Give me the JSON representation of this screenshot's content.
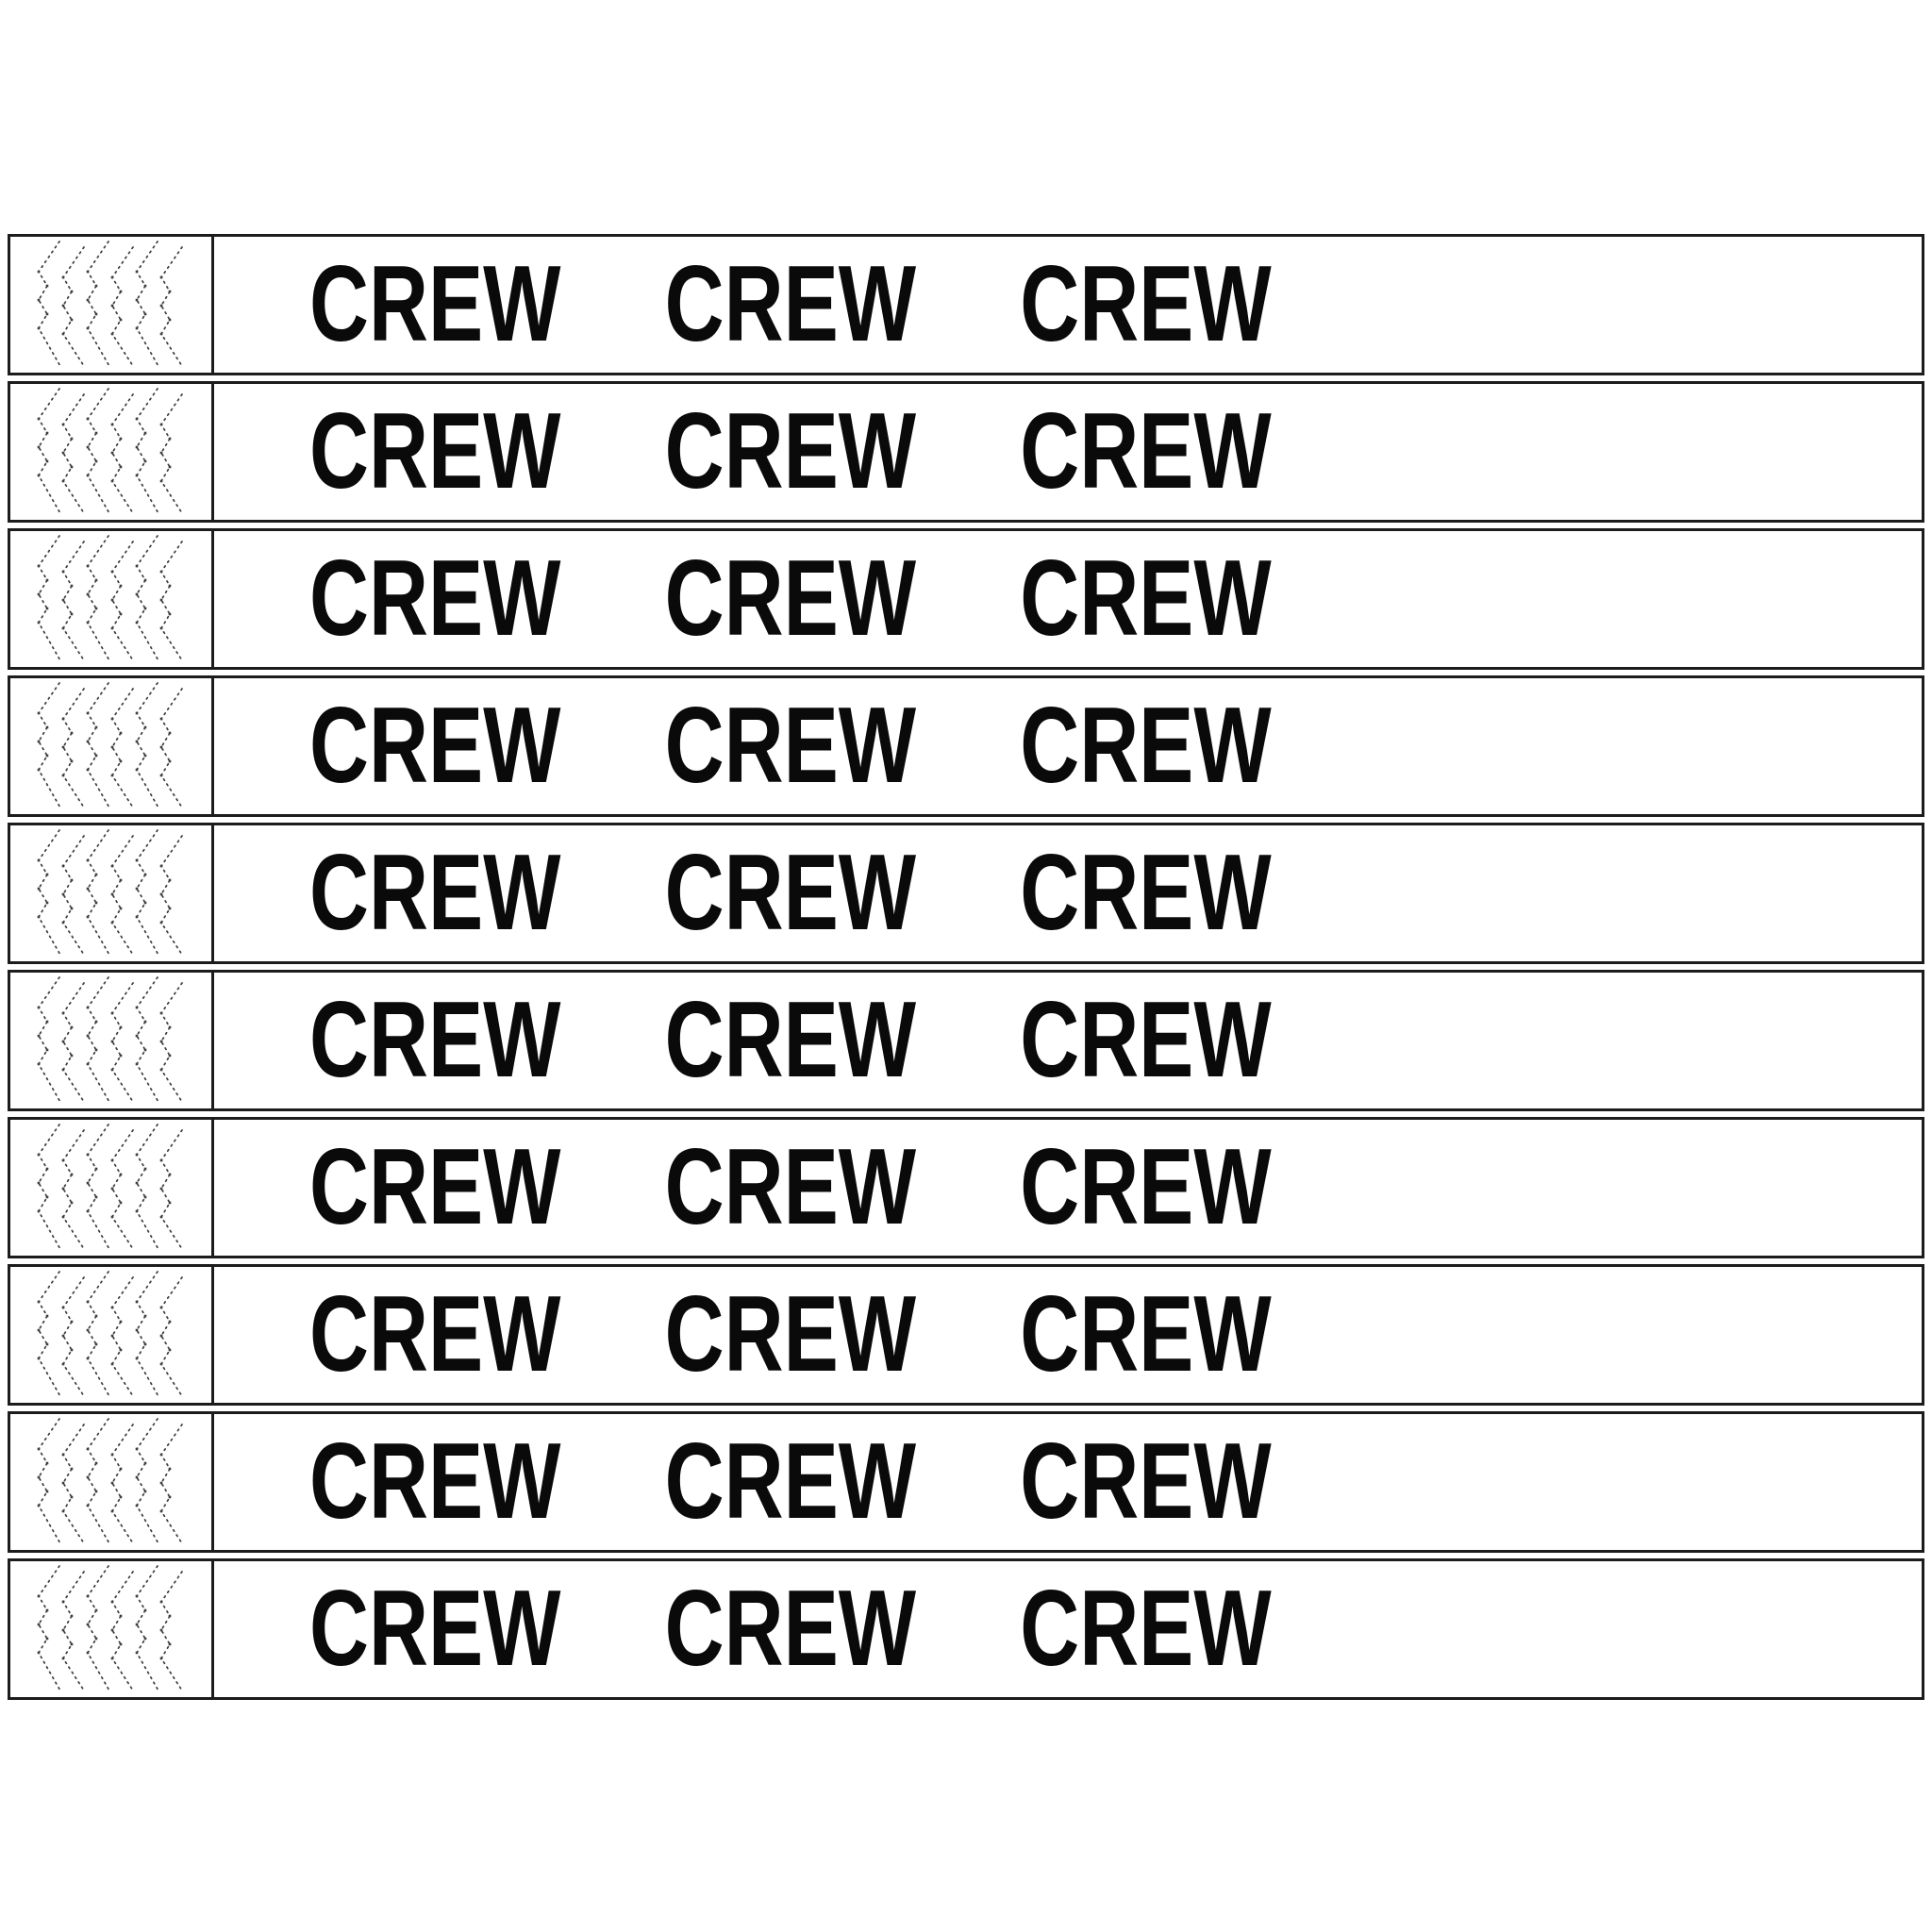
{
  "sheet": {
    "colors": {
      "border": "#1c1c1c",
      "text": "#0a0a0a",
      "pattern": "#3d3d3d",
      "band_bg": "#ffffff",
      "page_bg": "#ffffff"
    }
  },
  "bands": [
    {
      "words": [
        "CREW",
        "CREW",
        "CREW"
      ]
    },
    {
      "words": [
        "CREW",
        "CREW",
        "CREW"
      ]
    },
    {
      "words": [
        "CREW",
        "CREW",
        "CREW"
      ]
    },
    {
      "words": [
        "CREW",
        "CREW",
        "CREW"
      ]
    },
    {
      "words": [
        "CREW",
        "CREW",
        "CREW"
      ]
    },
    {
      "words": [
        "CREW",
        "CREW",
        "CREW"
      ]
    },
    {
      "words": [
        "CREW",
        "CREW",
        "CREW"
      ]
    },
    {
      "words": [
        "CREW",
        "CREW",
        "CREW"
      ]
    },
    {
      "words": [
        "CREW",
        "CREW",
        "CREW"
      ]
    },
    {
      "words": [
        "CREW",
        "CREW",
        "CREW"
      ]
    }
  ]
}
